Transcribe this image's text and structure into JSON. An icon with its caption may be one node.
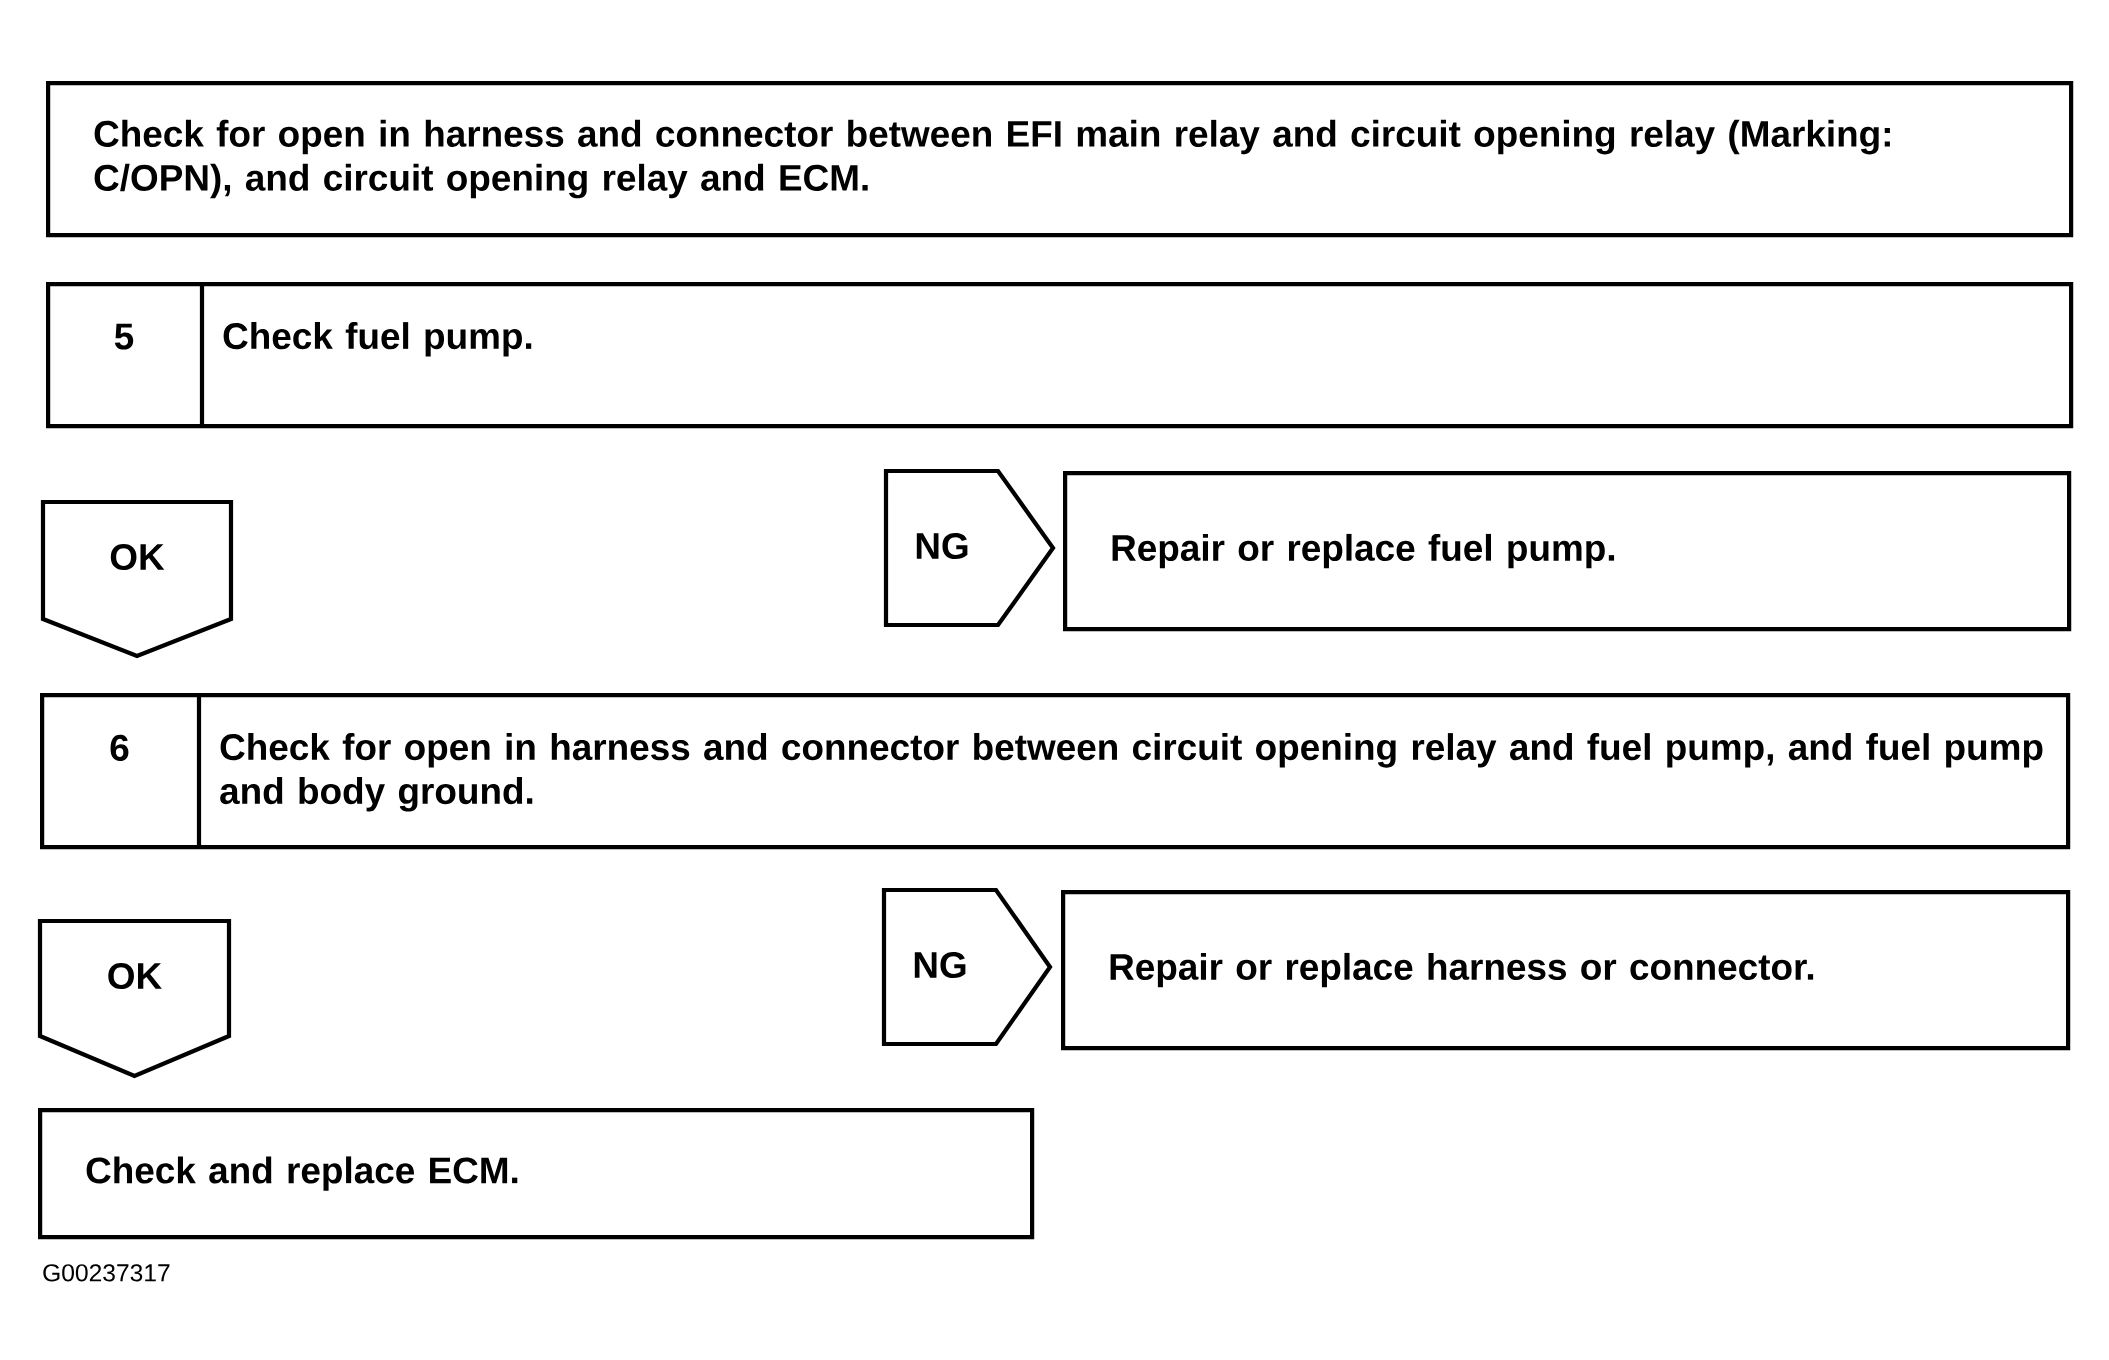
{
  "diagram": {
    "nodes": [
      {
        "text": [
          "Check for open in harness and connector between EFI main relay and circuit opening relay (Marking: C/OPN), and circuit opening relay and ECM."
        ]
      },
      {
        "text": [
          "5",
          "Check fuel pump."
        ]
      },
      {
        "text": [
          "OK"
        ]
      },
      {
        "text": [
          "NG"
        ]
      },
      {
        "text": [
          "Repair or replace fuel pump."
        ]
      },
      {
        "text": [
          "6",
          "Check for open in harness and connector between circuit opening relay and fuel pump, and fuel pump and body ground."
        ]
      },
      {
        "text": [
          "OK"
        ]
      },
      {
        "text": [
          "NG"
        ]
      },
      {
        "text": [
          "Repair or replace harness or connector."
        ]
      },
      {
        "text": [
          "Check and replace ECM."
        ]
      }
    ],
    "labels": [
      "G00237317"
    ]
  }
}
